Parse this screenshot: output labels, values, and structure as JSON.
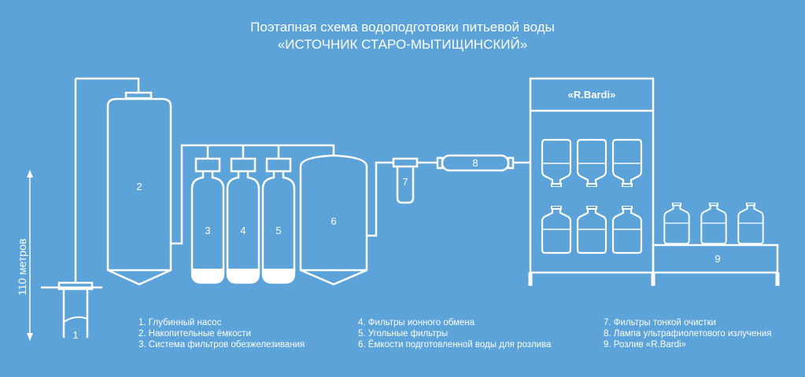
{
  "title": {
    "line1": "Поэтапная схема водоподготовки питьевой воды",
    "line2": "«ИСТОЧНИК СТАРО-МЫТИЩИНСКИЙ»"
  },
  "depth_label": "110 метров",
  "brand": "«R.Bardi»",
  "labels": {
    "n1": "1",
    "n2": "2",
    "n3": "3",
    "n4": "4",
    "n5": "5",
    "n6": "6",
    "n7": "7",
    "n8": "8",
    "n9": "9"
  },
  "legend": {
    "col1": [
      "1. Глубинный насос",
      "2. Накопительные ёмкости",
      "3. Система фильтров обезжелезивания"
    ],
    "col2": [
      "4. Фильтры ионного обмена",
      "5. Угольные фильтры",
      "6. Ёмкости подготовленной воды для розлива"
    ],
    "col3": [
      "7. Фильтры тонкой очистки",
      "8. Лампа ультрафиолетового излучения",
      "9. Розлив «R.Bardi»"
    ]
  },
  "colors": {
    "background": "#5ba3d9",
    "stroke": "#ffffff"
  }
}
